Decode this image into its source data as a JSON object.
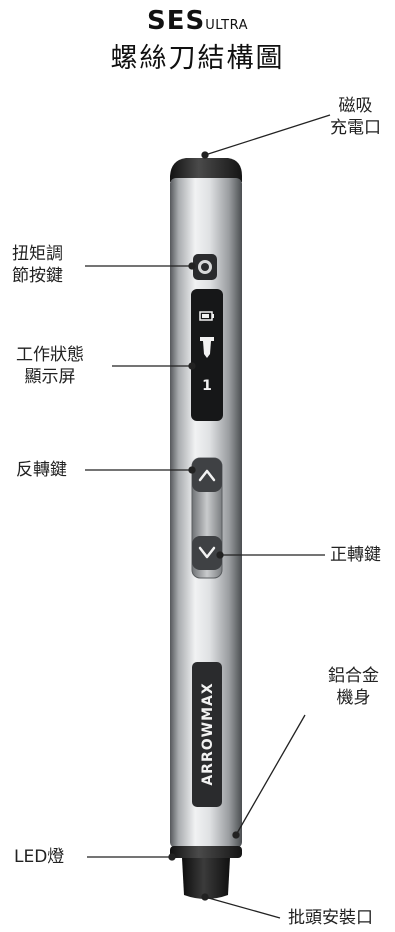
{
  "header": {
    "brand_main": "SES",
    "brand_sub": "ULTRA",
    "title": "螺絲刀結構圖"
  },
  "device": {
    "logo_text": "ARROWMAX",
    "display_level": "1",
    "up_arrow": "^",
    "down_arrow": "v"
  },
  "labels": {
    "magnetic_charging": [
      "磁吸",
      "充電口"
    ],
    "torque_button": [
      "扭矩調",
      "節按鍵"
    ],
    "status_display": [
      "工作狀態",
      "顯示屏"
    ],
    "reverse_button": "反轉鍵",
    "forward_button": "正轉鍵",
    "aluminum_body": [
      "鋁合金",
      "機身"
    ],
    "led_light": "LED燈",
    "bit_port": "批頭安裝口"
  },
  "colors": {
    "body_light": "#e4e6e8",
    "body_dark": "#6d7073",
    "cap_black": "#2a2a2a",
    "line": "#222222"
  }
}
